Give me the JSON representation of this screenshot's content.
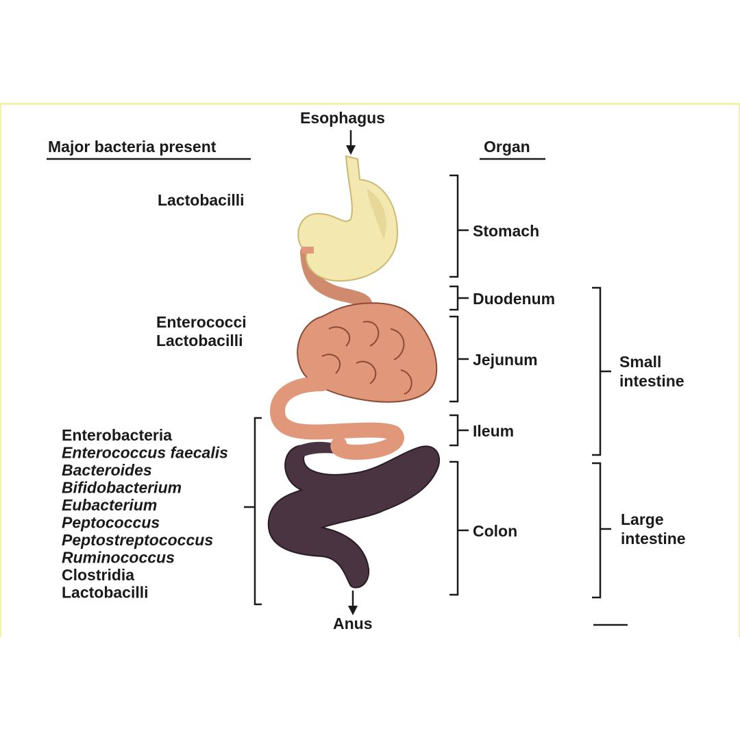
{
  "headers": {
    "bacteria": "Major bacteria present",
    "organ": "Organ"
  },
  "ends": {
    "top": "Esophagus",
    "bottom": "Anus"
  },
  "bacteria_groups": {
    "stomach": [
      "Lactobacilli"
    ],
    "small": [
      "Enterococci",
      "Lactobacilli"
    ],
    "colon": [
      {
        "text": "Enterobacteria",
        "italic": false
      },
      {
        "text": "Enterococcus faecalis",
        "italic": true
      },
      {
        "text": "Bacteroides",
        "italic": true
      },
      {
        "text": "Bifidobacterium",
        "italic": true
      },
      {
        "text": "Eubacterium",
        "italic": true
      },
      {
        "text": "Peptococcus",
        "italic": true
      },
      {
        "text": "Peptostreptococcus",
        "italic": true
      },
      {
        "text": "Ruminococcus",
        "italic": true
      },
      {
        "text": "Clostridia",
        "italic": false
      },
      {
        "text": "Lactobacilli",
        "italic": false
      }
    ]
  },
  "organs": [
    "Stomach",
    "Duodenum",
    "Jejunum",
    "Ileum",
    "Colon"
  ],
  "regions": {
    "small": [
      "Small",
      "intestine"
    ],
    "large": [
      "Large",
      "intestine"
    ]
  },
  "colors": {
    "stomach": "#f3e8b0",
    "small_intestine": "#e0977a",
    "colon": "#4a3442",
    "frame": "#f5f0a8"
  }
}
